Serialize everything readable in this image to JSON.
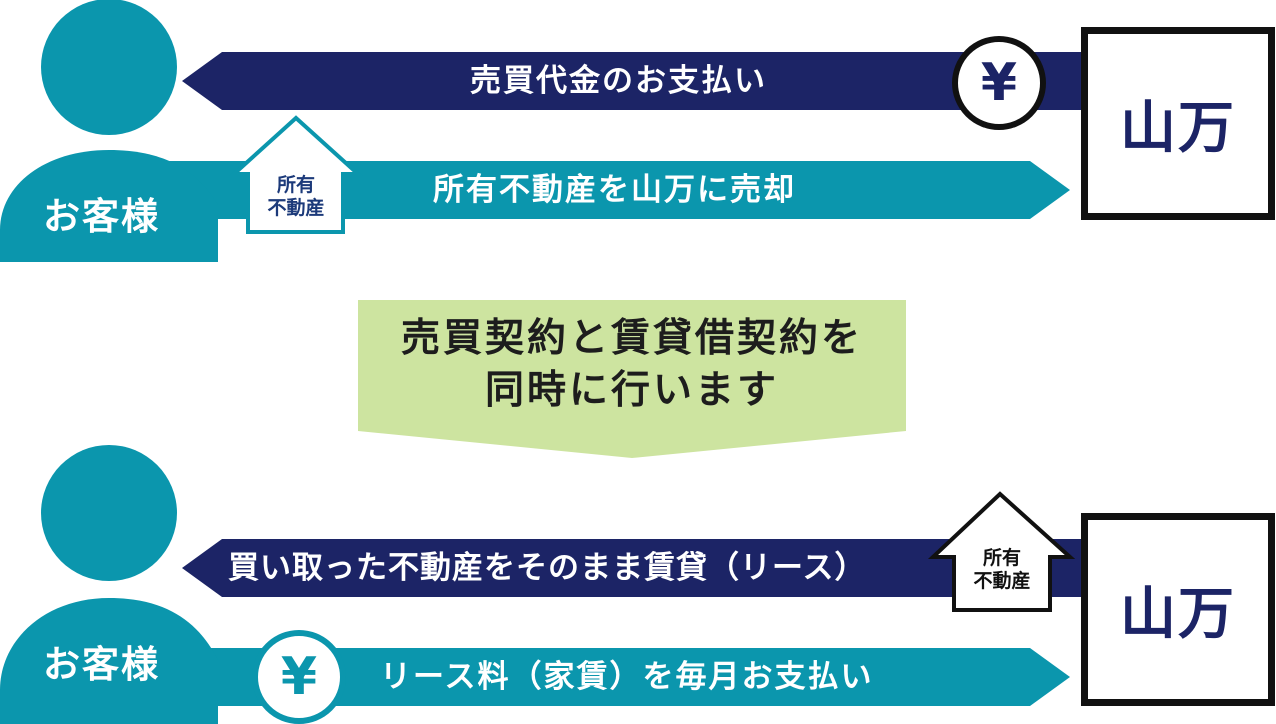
{
  "colors": {
    "teal": "#0b96ad",
    "navy": "#1c2466",
    "green": "#cde4a0",
    "black": "#111111"
  },
  "top": {
    "payment_arrow": "売買代金のお支払い",
    "sale_arrow": "所有不動産を山万に売却",
    "customer": "お客様",
    "company": "山万",
    "yen_symbol": "¥",
    "property_line1": "所有",
    "property_line2": "不動産"
  },
  "center": {
    "line1": "売買契約と賃貸借契約を",
    "line2": "同時に行います"
  },
  "bottom": {
    "lease_arrow": "買い取った不動産をそのまま賃貸（リース）",
    "rent_arrow": "リース料（家賃）を毎月お支払い",
    "customer": "お客様",
    "company": "山万",
    "yen_symbol": "¥",
    "property_line1": "所有",
    "property_line2": "不動産"
  },
  "icons": [
    "person-icon",
    "yen-coin-icon",
    "up-arrow-icon",
    "down-arrow-icon"
  ]
}
